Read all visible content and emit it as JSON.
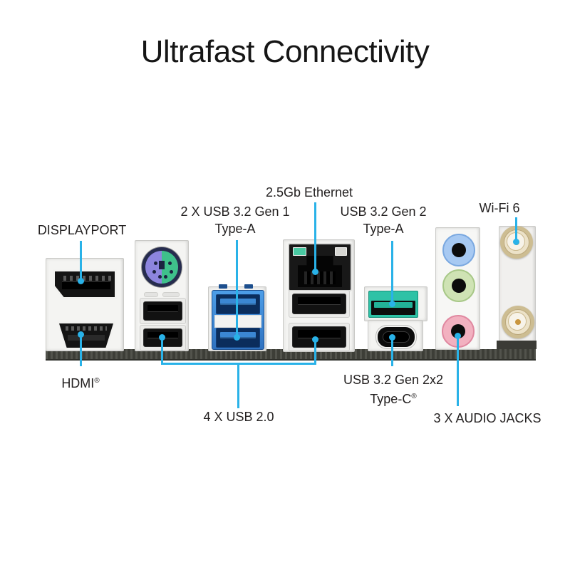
{
  "title": "Ultrafast Connectivity",
  "colors": {
    "leader": "#29b2e8",
    "label-text": "#232020",
    "usb3-blue": "#3b87d3",
    "usb3-gen2-teal": "#2ec2a6",
    "ps2-purple": "#8d85de",
    "ps2-green": "#3fc08b",
    "audio-line-in": "#a7c9f2",
    "audio-line-out": "#cfe3b4",
    "audio-mic": "#f2b1c0",
    "antenna-gold": "#cdbd92",
    "ethernet-led-green": "#49c9a2",
    "board-edge": "#45463f"
  },
  "callouts": {
    "displayport": "DISPLAYPORT",
    "hdmi": "HDMI",
    "hdmi_reg": "®",
    "usb2": "4 X USB 2.0",
    "usb31_gen1_line1": "2 X USB 3.2 Gen 1",
    "usb31_gen1_line2": "Type-A",
    "ethernet": "2.5Gb Ethernet",
    "usb32_gen2_line1": "USB 3.2 Gen 2",
    "usb32_gen2_line2": "Type-A",
    "usbc_line1": "USB 3.2 Gen 2x2",
    "usbc_line2": "Type-C",
    "usbc_reg": "®",
    "audio": "3 X AUDIO JACKS",
    "wifi": "Wi-Fi 6"
  }
}
